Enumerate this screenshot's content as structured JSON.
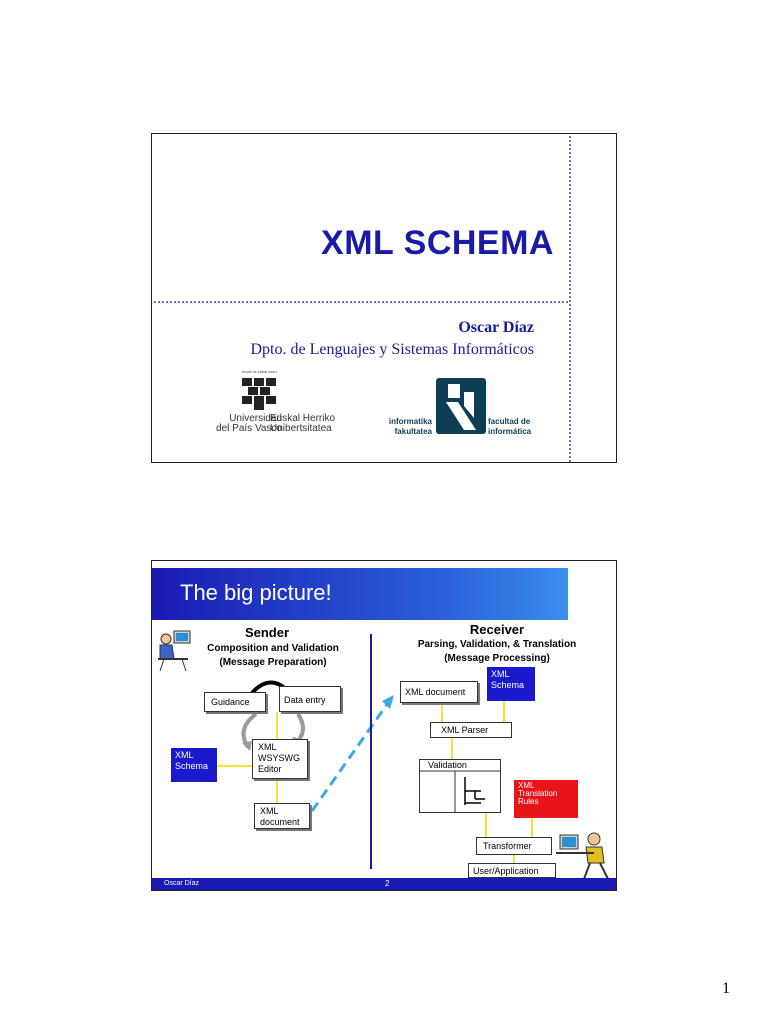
{
  "slide1": {
    "title": "XML SCHEMA",
    "author": "Oscar Díaz",
    "department": "Dpto. de Lenguajes y Sistemas  Informáticos",
    "logo_ehu": {
      "motto": "eman ta zabal zazu",
      "left_line1": "Universidad",
      "left_line2": "del País Vasco",
      "right_line1": "Euskal Herriko",
      "right_line2": "Unibertsitatea"
    },
    "logo_faculty": {
      "left_line1": "informatika",
      "left_line2": "fakultatea",
      "right_line1": "facultad de",
      "right_line2": "informática"
    },
    "colors": {
      "title": "#1a1aa8",
      "faculty": "#0e3d56"
    }
  },
  "slide2": {
    "title": "The big picture!",
    "sender": {
      "heading": "Sender",
      "subheading_line1": "Composition and Validation",
      "subheading_line2": "(Message Preparation)",
      "guidance": "Guidance",
      "data_entry": "Data entry",
      "editor_line1": "XML",
      "editor_line2": "WSYSWG",
      "editor_line3": "Editor",
      "schema_line1": "XML",
      "schema_line2": "Schema",
      "document_line1": "XML",
      "document_line2": "document"
    },
    "receiver": {
      "heading": "Receiver",
      "subheading_line1": "Parsing, Validation, & Translation",
      "subheading_line2": "(Message Processing)",
      "document": "XML document",
      "schema_line1": "XML",
      "schema_line2": "Schema",
      "parser": "XML  Parser",
      "validation": "Validation",
      "rules_line1": "XML",
      "rules_line2": "Translation",
      "rules_line3": "Rules",
      "transformer": "Transformer",
      "app": "User/Application"
    },
    "footer": {
      "name": "Oscar Díaz",
      "slide_number": "2"
    },
    "colors": {
      "header": "#1a1ab5",
      "schema": "#1a1acc",
      "rules": "#e8141a",
      "connector": "#f4e23a",
      "arrow": "#3aa8e8"
    }
  },
  "page_number": "1"
}
